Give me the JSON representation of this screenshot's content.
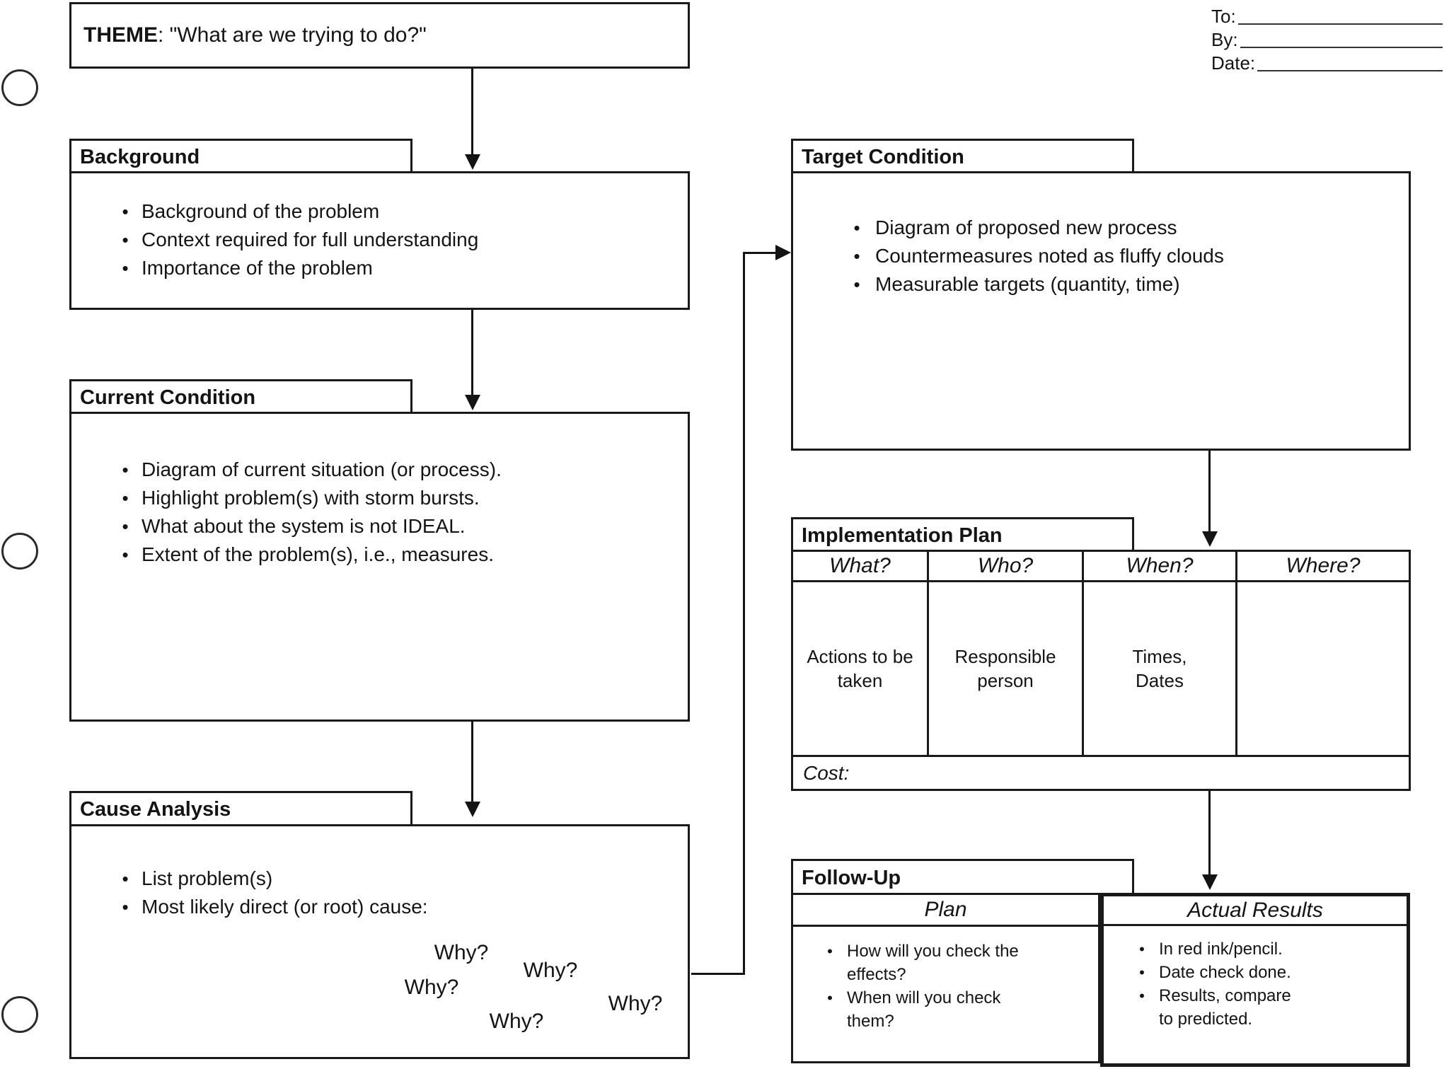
{
  "ui": {
    "bullet": "•"
  },
  "theme": {
    "label": "THEME",
    "text": ": \"What are we trying to do?\""
  },
  "routing": {
    "fields": [
      {
        "label": "To:"
      },
      {
        "label": "By:"
      },
      {
        "label": "Date:"
      }
    ]
  },
  "background": {
    "title": "Background",
    "bullets": [
      "Background of the problem",
      "Context required for full understanding",
      "Importance of the problem"
    ]
  },
  "current_condition": {
    "title": "Current Condition",
    "bullets": [
      "Diagram of current situation (or process).",
      "Highlight problem(s) with storm bursts.",
      "What about the system is not IDEAL.",
      "Extent of the problem(s), i.e., measures."
    ]
  },
  "cause_analysis": {
    "title": "Cause Analysis",
    "bullets": [
      "List problem(s)",
      "Most likely direct (or root) cause:"
    ],
    "whys": [
      "Why?",
      "Why?",
      "Why?",
      "Why?",
      "Why?"
    ]
  },
  "target_condition": {
    "title": "Target Condition",
    "bullets": [
      "Diagram of proposed new process",
      "Countermeasures noted as fluffy clouds",
      "Measurable targets (quantity, time)"
    ]
  },
  "implementation_plan": {
    "title": "Implementation Plan",
    "columns": [
      "What?",
      "Who?",
      "When?",
      "Where?"
    ],
    "cells": [
      "Actions to be\ntaken",
      "Responsible\nperson",
      "Times,\nDates",
      ""
    ],
    "cost_label": "Cost:"
  },
  "follow_up": {
    "title": "Follow-Up",
    "plan_header": "Plan",
    "plan_bullets": [
      "How will you check the effects?",
      "When will you check them?"
    ],
    "results_header": "Actual Results",
    "results_bullets": [
      "In red ink/pencil.",
      "Date check done.",
      "Results, compare to predicted."
    ]
  }
}
